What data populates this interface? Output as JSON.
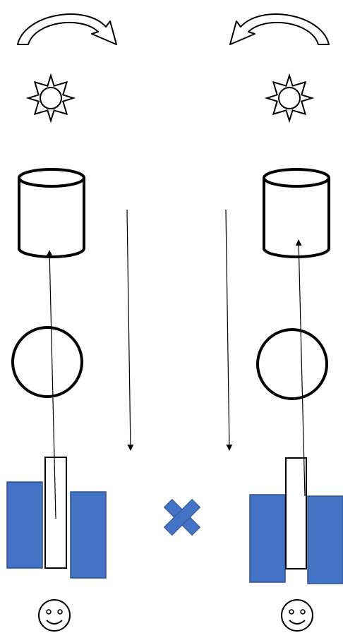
{
  "diagram": {
    "colors": {
      "stroke": "#000000",
      "fill_blue": "#4472C4",
      "fill_blue_border": "#2F528F",
      "background": "#FFFFFF",
      "smiley_fill": "#FFFFFF"
    },
    "left_column": {
      "items": [
        "curved-arrow-clockwise-icon",
        "sun-icon",
        "cylinder",
        "circle",
        "blue-block-pair",
        "smiley-icon"
      ]
    },
    "right_column": {
      "items": [
        "curved-arrow-counterclockwise-icon",
        "sun-icon",
        "cylinder",
        "circle",
        "blue-block-pair",
        "smiley-icon"
      ]
    },
    "center": {
      "items": [
        "down-arrow",
        "down-arrow",
        "blue-cross-icon"
      ]
    }
  }
}
